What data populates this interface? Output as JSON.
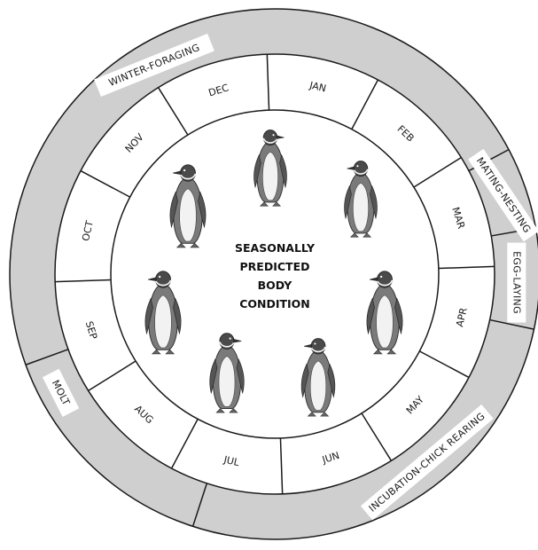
{
  "center_title": [
    "SEASONALLY",
    "PREDICTED",
    "BODY",
    "CONDITION"
  ],
  "months": [
    "JAN",
    "FEB",
    "MAR",
    "APR",
    "MAY",
    "JUN",
    "JUL",
    "AUG",
    "SEP",
    "OCT",
    "NOV",
    "DEC"
  ],
  "phases": [
    {
      "key": "winter_foraging",
      "label": "WINTER-FORAGING"
    },
    {
      "key": "mating_nesting",
      "label": "MATING-NESTING"
    },
    {
      "key": "egg_laying",
      "label": "EGG-LAYING"
    },
    {
      "key": "incubation_chick_rearing",
      "label": "INCUBATION-CHICK REARING"
    },
    {
      "key": "molt",
      "label": "MOLT"
    }
  ],
  "illustration": {
    "subject": "penguin",
    "count": 7
  },
  "colors": {
    "outer_ring": "#cfcfcf",
    "line": "#1a1a1a",
    "background": "#ffffff"
  }
}
